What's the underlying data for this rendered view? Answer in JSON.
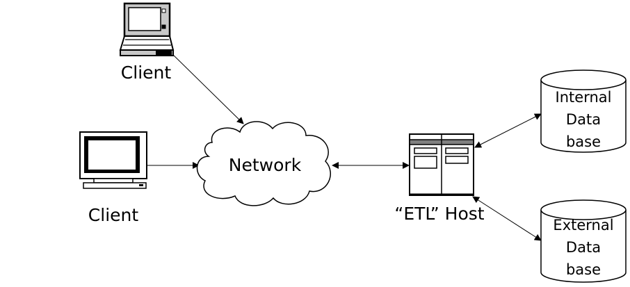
{
  "nodes": {
    "laptop_client": {
      "label": "Client"
    },
    "desktop_client": {
      "label": "Client"
    },
    "network": {
      "label": "Network"
    },
    "etl_host": {
      "label": "“ETL” Host"
    },
    "internal_db": {
      "lines": [
        "Internal",
        "Data",
        "base"
      ]
    },
    "external_db": {
      "lines": [
        "External",
        "Data",
        "base"
      ]
    }
  },
  "colors": {
    "line": "#000000",
    "gray": "#808080",
    "light_gray": "#c8c8c8"
  }
}
